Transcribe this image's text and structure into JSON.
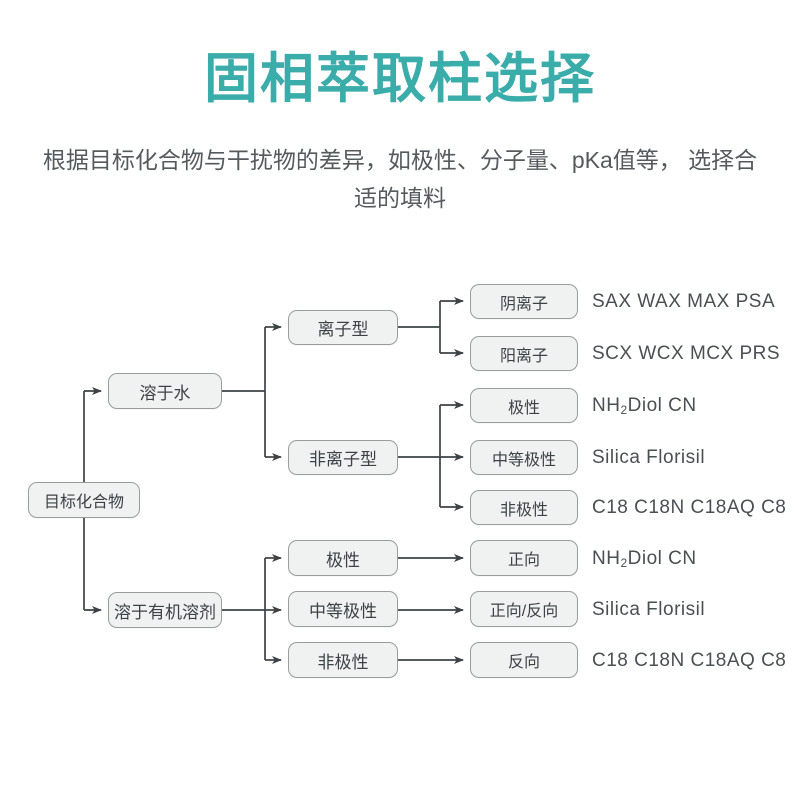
{
  "header": {
    "title": "固相萃取柱选择",
    "subtitle": "根据目标化合物与干扰物的差异，如极性、分子量、pKa值等， 选择合适的填料",
    "title_color": "#3aacaa",
    "subtitle_color": "#555a5e"
  },
  "diagram": {
    "type": "tree",
    "node_fill": "#f0f1f1",
    "node_border": "#9b9c9c",
    "connector_color": "#3d4246",
    "root": {
      "label": "目标化合物"
    },
    "branches": [
      {
        "label": "溶于水",
        "children": [
          {
            "label": "离子型",
            "children": [
              {
                "label": "阴离子",
                "sorbents": "SAX WAX MAX PSA"
              },
              {
                "label": "阳离子",
                "sorbents": "SCX WCX MCX PRS"
              }
            ]
          },
          {
            "label": "非离子型",
            "children": [
              {
                "label": "极性",
                "sorbents": "NH2 Diol CN",
                "sorbents_html": "NH<sub>2</sub> Diol CN"
              },
              {
                "label": "中等极性",
                "sorbents": "Silica Florisil"
              },
              {
                "label": "非极性",
                "sorbents": "C18 C18N C18AQ C8"
              }
            ]
          }
        ]
      },
      {
        "label": "溶于有机溶剂",
        "children": [
          {
            "label": "极性",
            "mode": "正向",
            "sorbents": "NH2 Diol CN",
            "sorbents_html": "NH<sub>2</sub> Diol CN"
          },
          {
            "label": "中等极性",
            "mode": "正向/反向",
            "sorbents": "Silica Florisil"
          },
          {
            "label": "非极性",
            "mode": "反向",
            "sorbents": "C18 C18N C18AQ C8"
          }
        ]
      }
    ]
  }
}
